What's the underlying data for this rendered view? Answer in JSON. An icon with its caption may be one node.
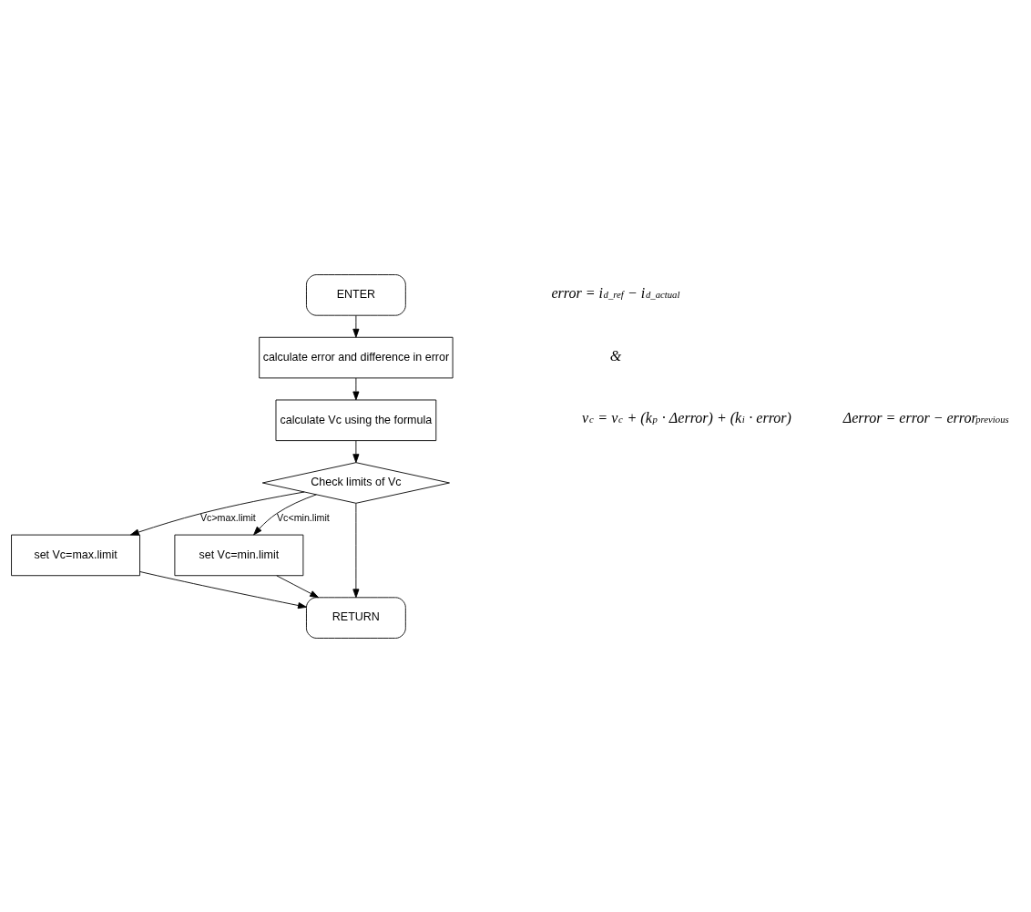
{
  "diagram": {
    "nodes": [
      {
        "text": [
          "ENTER"
        ]
      },
      {
        "text": [
          "calculate error and difference in error"
        ]
      },
      {
        "text": [
          "calculate Vc using the formula"
        ]
      },
      {
        "text": [
          "Check limits of Vc"
        ]
      },
      {
        "text": [
          "set Vc=max.limit"
        ]
      },
      {
        "text": [
          "set Vc=min.limit"
        ]
      },
      {
        "text": [
          "RETURN"
        ]
      }
    ],
    "edges": [
      {
        "from": 0,
        "to": 1,
        "arrow": "to"
      },
      {
        "from": 1,
        "to": 2,
        "arrow": "to"
      },
      {
        "from": 2,
        "to": 3,
        "arrow": "to"
      },
      {
        "from": 3,
        "to": 4,
        "arrow": "to",
        "label": "Vc>max.limit"
      },
      {
        "from": 3,
        "to": 5,
        "arrow": "to",
        "label": "Vc<min.limit"
      },
      {
        "from": 3,
        "to": 6,
        "arrow": "to"
      },
      {
        "from": 4,
        "to": 6,
        "arrow": "to"
      },
      {
        "from": 5,
        "to": 6,
        "arrow": "to"
      }
    ],
    "labels": [
      "error = i$_{d_ref}$ − i$_{d_actual}$",
      "&",
      "Δerror = error − error$_{previous}$",
      "v$_{c}$ = v$_{c}$ + (k$_{p}$ · Δerror) + (k$_{i}$ · error)"
    ]
  }
}
